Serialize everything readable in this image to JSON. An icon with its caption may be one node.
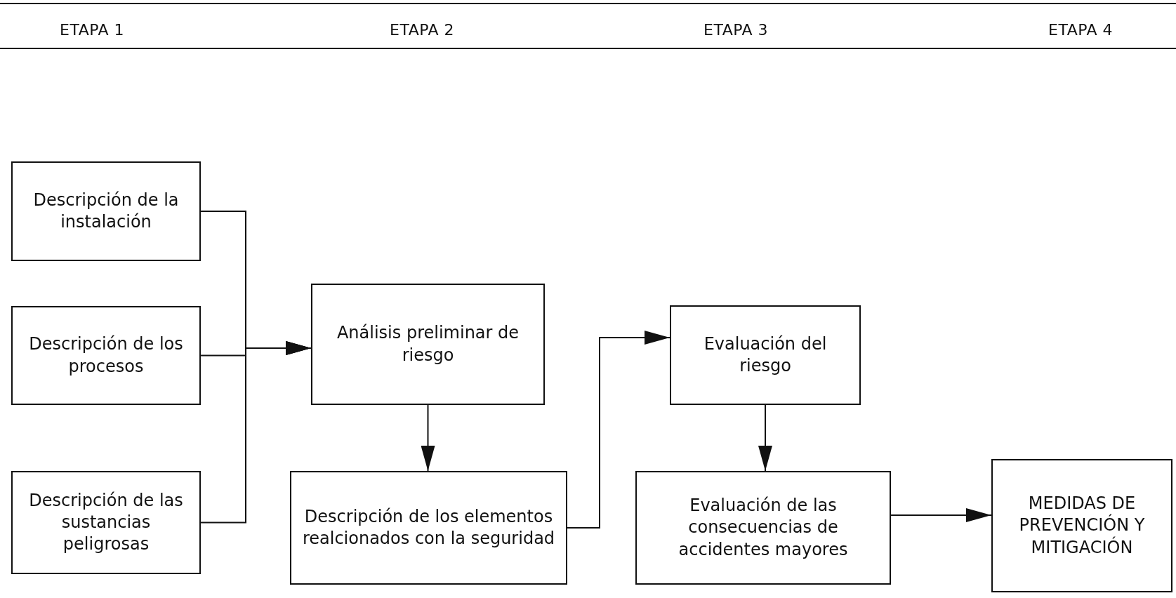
{
  "diagram": {
    "nodes": [
      {
        "text": [
          "Descripción de la instalación"
        ]
      },
      {
        "text": [
          "Descripción de los procesos"
        ]
      },
      {
        "text": [
          "Descripción de las sustancias peligrosas"
        ]
      },
      {
        "text": [
          "Análisis preliminar de riesgo"
        ]
      },
      {
        "text": [
          "Descripción de los elementos realcionados con la seguridad"
        ]
      },
      {
        "text": [
          "Evaluación del riesgo"
        ]
      },
      {
        "text": [
          "Evaluación de las consecuencias de accidentes mayores"
        ]
      },
      {
        "text": [
          "MEDIDAS DE PREVENCIÓN Y MITIGACIÓN"
        ]
      }
    ],
    "edges": [
      {
        "from": 0,
        "to": 3,
        "arrow": "to"
      },
      {
        "from": 1,
        "to": 3,
        "arrow": "to"
      },
      {
        "from": 2,
        "to": 3,
        "arrow": "to"
      },
      {
        "from": 3,
        "to": 4,
        "arrow": "to"
      },
      {
        "from": 4,
        "to": 5,
        "arrow": "to"
      },
      {
        "from": 5,
        "to": 6,
        "arrow": "to"
      },
      {
        "from": 6,
        "to": 7,
        "arrow": "to"
      }
    ],
    "labels": [
      "ETAPA 1",
      "ETAPA 2",
      "ETAPA 3",
      "ETAPA 4"
    ]
  }
}
